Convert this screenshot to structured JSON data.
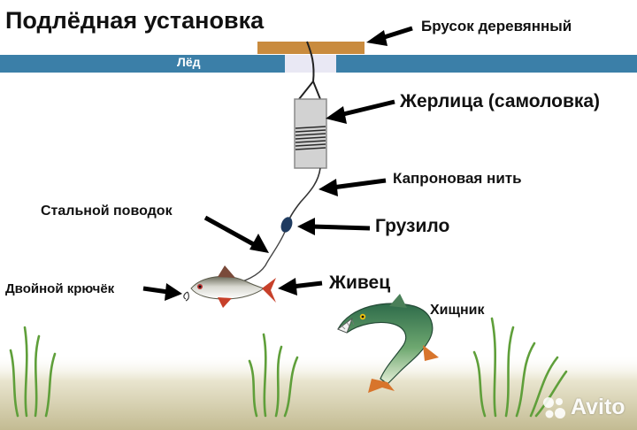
{
  "diagram": {
    "title": "Подлёдная установка",
    "ice_label": "Лёд",
    "labels": {
      "wooden_bar": "Брусок деревянный",
      "trap": "Жерлица (самоловка)",
      "nylon_line": "Капроновая нить",
      "steel_leader": "Стальной поводок",
      "sinker": "Грузило",
      "double_hook": "Двойной крючёк",
      "live_bait": "Живец",
      "predator": "Хищник"
    },
    "colors": {
      "ice": "#3b7fa8",
      "ice_hole": "#e9e8f4",
      "wooden_bar": "#c98b3e",
      "bottom": "#c7c19b",
      "weed": "#5f9f3a",
      "arrow": "#000000"
    }
  },
  "watermark": {
    "text": "Avito",
    "icon": "avito-logo-icon"
  }
}
